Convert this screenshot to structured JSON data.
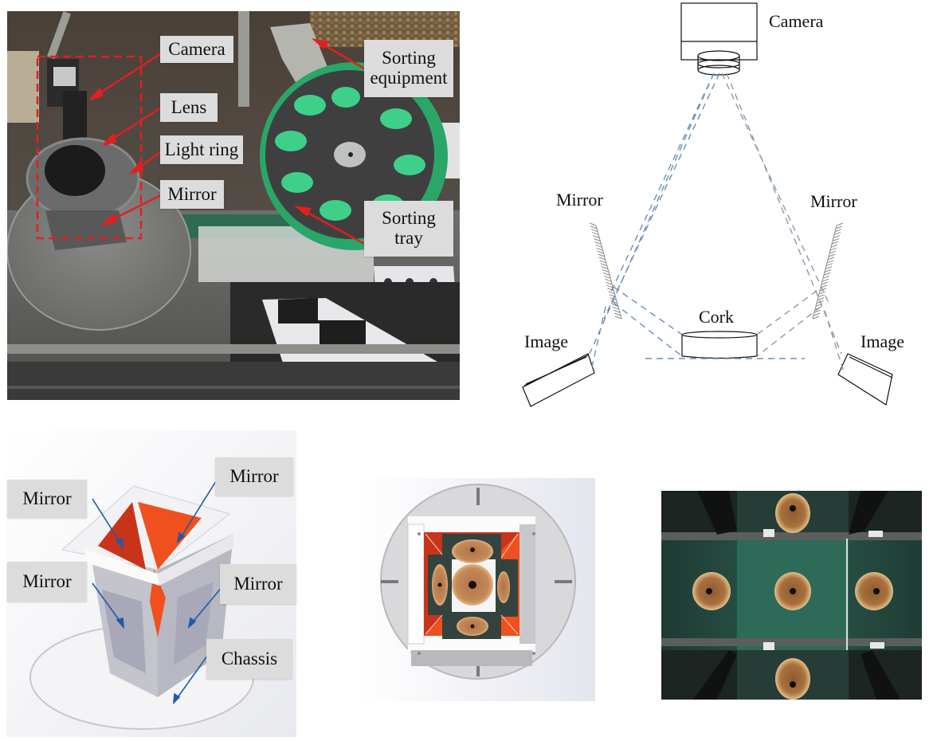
{
  "figure": {
    "panel_photo": {
      "description": "photo of sorting machine",
      "labels": [
        {
          "id": "camera",
          "text": "Camera"
        },
        {
          "id": "lens",
          "text": "Lens"
        },
        {
          "id": "light_ring",
          "text": "Light ring"
        },
        {
          "id": "mirror",
          "text": "Mirror"
        },
        {
          "id": "sorting_equipment",
          "text": "Sorting equipment",
          "lines": [
            "Sorting",
            "equipment"
          ]
        },
        {
          "id": "sorting_tray",
          "text": "Sorting tray",
          "lines": [
            "Sorting",
            "tray"
          ]
        }
      ],
      "arrow_color": "#e02020",
      "highlight_box_color": "#e02020"
    },
    "panel_optics": {
      "labels": {
        "camera": "Camera",
        "mirror_left": "Mirror",
        "mirror_right": "Mirror",
        "cork": "Cork",
        "image_left": "Image",
        "image_right": "Image"
      },
      "ray_color": "#6a8fb8"
    },
    "panel_cad": {
      "labels": [
        {
          "id": "mirror_top_left",
          "text": "Mirror"
        },
        {
          "id": "mirror_top_right",
          "text": "Mirror"
        },
        {
          "id": "mirror_bottom_left",
          "text": "Mirror"
        },
        {
          "id": "mirror_bottom_right",
          "text": "Mirror"
        },
        {
          "id": "chassis",
          "text": "Chassis"
        }
      ],
      "arrow_color": "#1f5aa8",
      "mirror_color": "#f0501e"
    },
    "panel_topview": {
      "description": "top view rendering with five cork views"
    },
    "panel_capture": {
      "description": "captured image with five cork views on green background"
    }
  }
}
